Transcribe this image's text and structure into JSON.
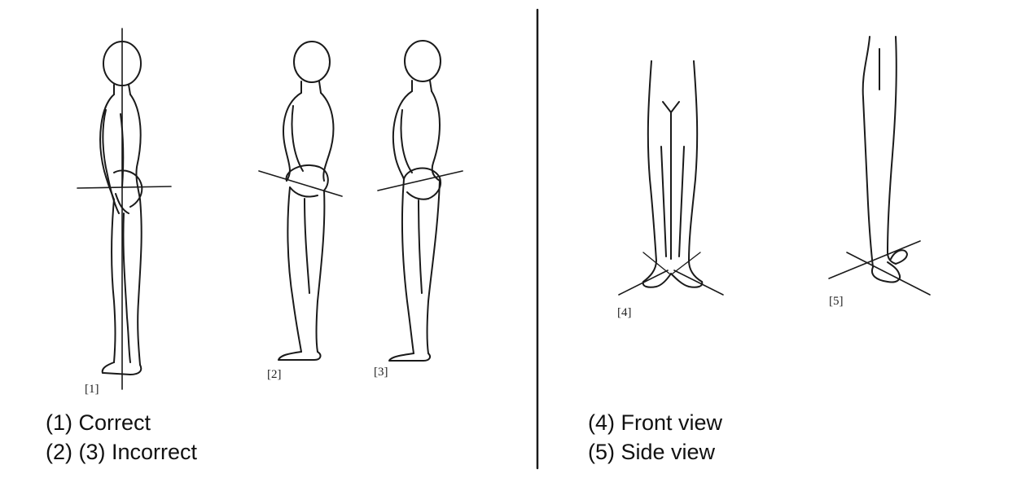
{
  "left_panel": {
    "figure_labels": [
      "[1]",
      "[2]",
      "[3]"
    ],
    "captions": [
      "(1) Correct",
      "(2) (3) Incorrect"
    ]
  },
  "right_panel": {
    "figure_labels": [
      "[4]",
      "[5]"
    ],
    "captions": [
      "(4) Front view",
      "(5) Side view"
    ]
  },
  "colors": {
    "ink": "#111111",
    "line_art": "#1a1a1a",
    "background": "#ffffff"
  }
}
